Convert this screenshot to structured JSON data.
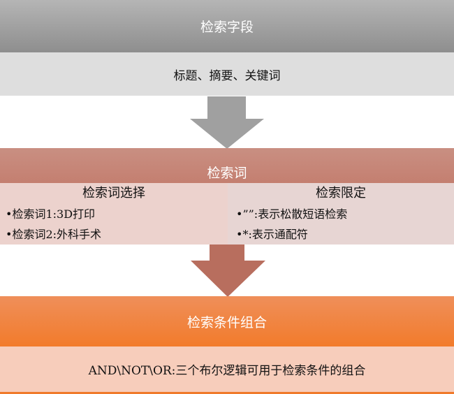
{
  "search_field": {
    "title": "检索字段",
    "content": "标题、摘要、关键词"
  },
  "search_terms": {
    "title": "检索词",
    "left": {
      "title": "检索词选择",
      "items": [
        "•检索词1:3D打印",
        "•检索词2:外科手术"
      ]
    },
    "right": {
      "title": "检索限定",
      "items": [
        "•””:表示松散短语检索",
        "•*:表示通配符"
      ]
    }
  },
  "combination": {
    "title": "检索条件组合",
    "content": "AND\\NOT\\OR:三个布尔逻辑可用于检索条件的组合"
  },
  "colors": {
    "gray": "#9e9e9e",
    "red": "#c6877a",
    "orange": "#f27b2b"
  }
}
